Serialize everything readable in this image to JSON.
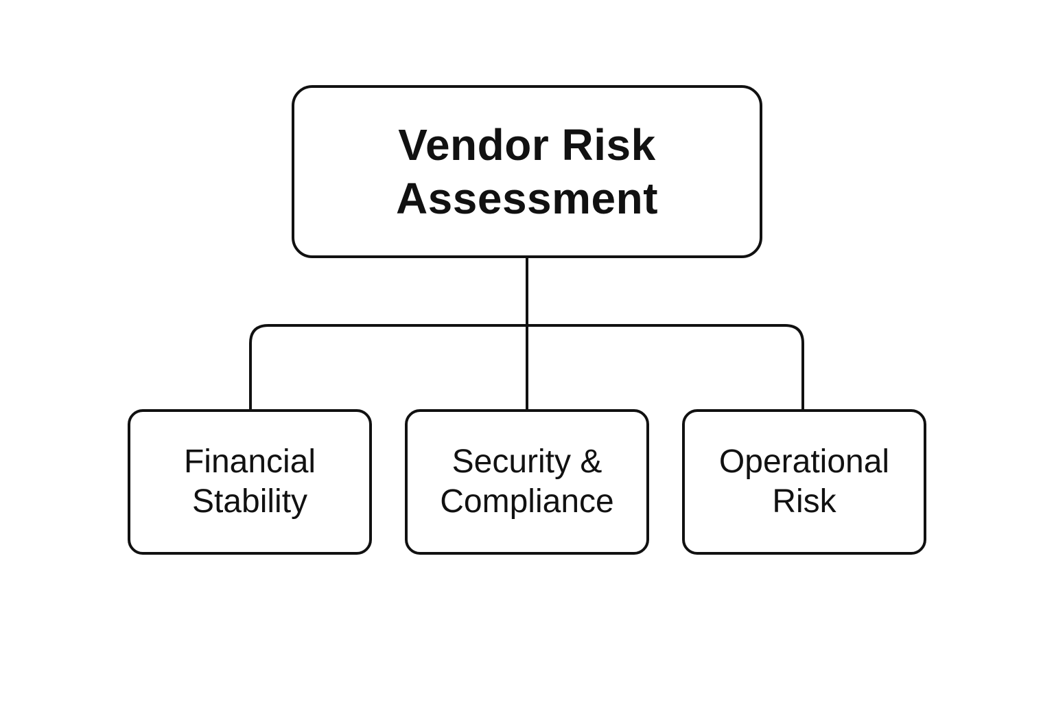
{
  "diagram": {
    "root": {
      "lines": [
        "Vendor Risk",
        "Assessment"
      ]
    },
    "children": [
      {
        "lines": [
          "Financial",
          "Stability"
        ]
      },
      {
        "lines": [
          "Security &",
          "Compliance"
        ]
      },
      {
        "lines": [
          "Operational",
          "Risk"
        ]
      }
    ],
    "colors": {
      "stroke": "#111111",
      "background": "#ffffff",
      "text": "#111111"
    }
  }
}
